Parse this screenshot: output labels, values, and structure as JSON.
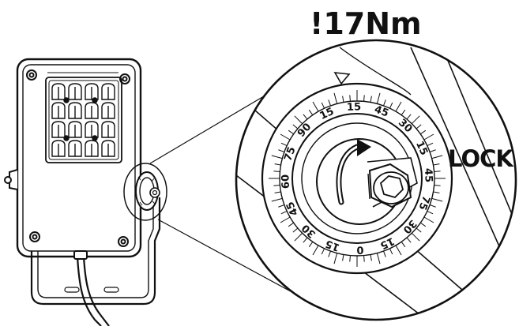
{
  "labels": {
    "torque": "!17Nm",
    "lock": "LOCK"
  },
  "dial": {
    "scale_marks": [
      "15",
      "15",
      "45",
      "30",
      "15",
      "45",
      "75",
      "30",
      "15",
      "0",
      "15",
      "30",
      "45",
      "60",
      "75",
      "90"
    ]
  },
  "icons": {
    "rotation": "clockwise-arrow-icon",
    "pointer": "triangle-pointer-icon",
    "bolt": "hex-socket-bolt-icon"
  }
}
